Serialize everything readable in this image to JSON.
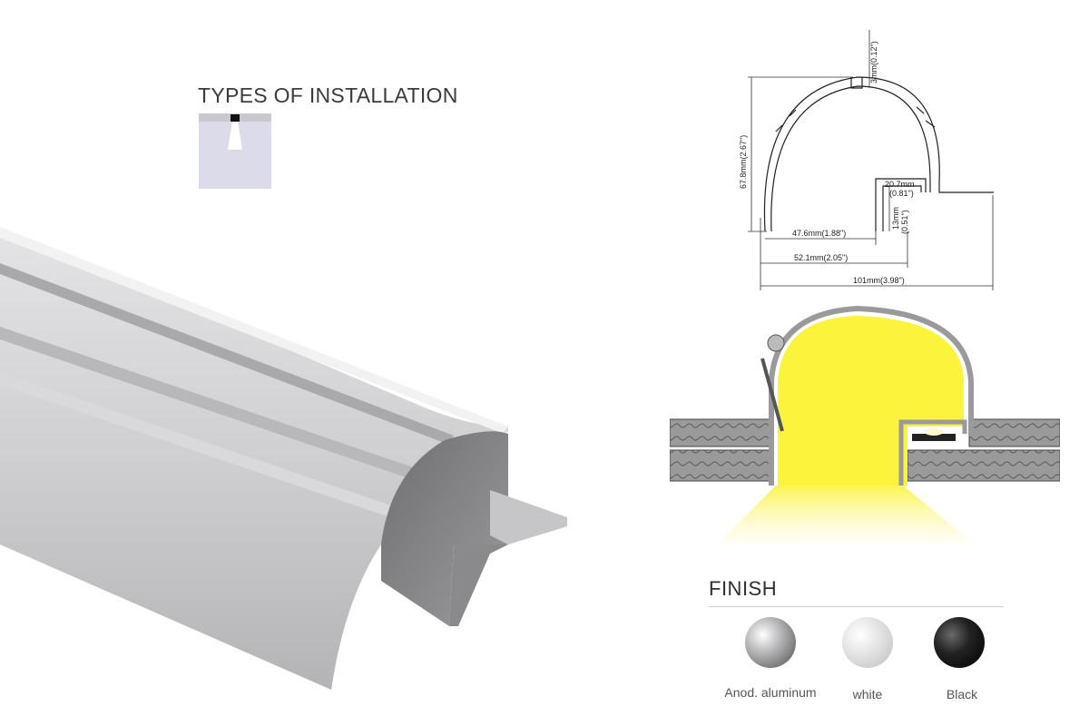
{
  "installation": {
    "title": "TYPES OF INSTALLATION",
    "icon": "recessed-ceiling-icon"
  },
  "dimensions": {
    "top_lip": "3mm(0.12\")",
    "height": "67.8mm(2.67\")",
    "channel_width": "20.7mm",
    "channel_width_in": "(0.81\")",
    "channel_depth": "13mm",
    "channel_depth_in": "(0.51\")",
    "inner_width": "47.6mm(1.88\")",
    "mid_width": "52.1mm(2.05\")",
    "total_width": "101mm(3.98\")"
  },
  "finish": {
    "title": "FINISH",
    "options": [
      {
        "label": "Anod. aluminum",
        "color": "#a9a9ab"
      },
      {
        "label": "white",
        "color": "#d8d8d8"
      },
      {
        "label": "Black",
        "color": "#161616"
      }
    ]
  },
  "colors": {
    "light": "#fbf33c",
    "profile": "#c9c9cb"
  }
}
